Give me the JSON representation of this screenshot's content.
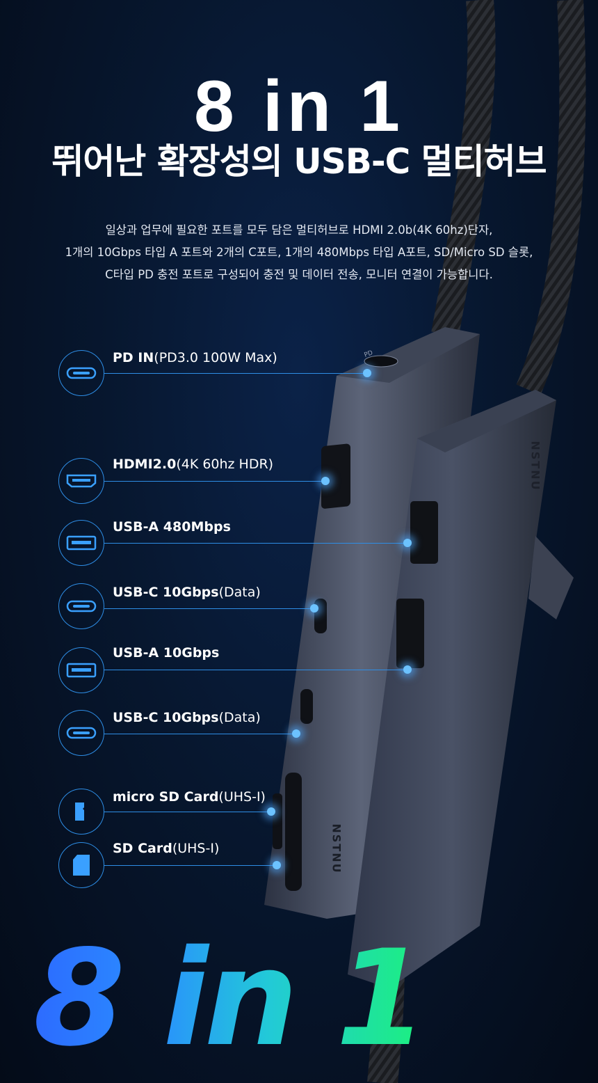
{
  "header": {
    "title": "8 in 1",
    "subtitle": "뛰어난 확장성의 USB-C 멀티허브",
    "description": [
      "일상과 업무에 필요한 포트를 모두 담은 멀티허브로 HDMI 2.0b(4K 60hz)단자,",
      "1개의 10Gbps 타입 A 포트와 2개의 C포트, 1개의 480Mbps 타입 A포트, SD/Micro SD 슬롯,",
      "C타입 PD 충전 포트로 구성되어 충전 및 데이터 전송, 모니터 연결이 가능합니다."
    ]
  },
  "device": {
    "pd_marking": "PD",
    "brand_marking": "NSTNU"
  },
  "ports": [
    {
      "bold": "PD IN",
      "light": "(PD3.0 100W Max)",
      "icon": "usb-c-port-icon"
    },
    {
      "bold": "HDMI2.0",
      "light": "(4K 60hz HDR)",
      "icon": "hdmi-port-icon"
    },
    {
      "bold": "USB-A 480Mbps",
      "light": "",
      "icon": "usb-a-port-icon"
    },
    {
      "bold": "USB-C 10Gbps",
      "light": "(Data)",
      "icon": "usb-c-port-icon"
    },
    {
      "bold": "USB-A 10Gbps",
      "light": "",
      "icon": "usb-a-port-icon"
    },
    {
      "bold": "USB-C 10Gbps",
      "light": "(Data)",
      "icon": "usb-c-port-icon"
    },
    {
      "bold": "micro SD Card",
      "light": "(UHS-I)",
      "icon": "micro-sd-card-icon"
    },
    {
      "bold": "SD Card",
      "light": "(UHS-I)",
      "icon": "sd-card-icon"
    }
  ],
  "footer": {
    "title": "8 in 1"
  },
  "colors": {
    "accent": "#2e8ee6",
    "glow": "#6cc2ff",
    "gradient_start": "#2d6bff",
    "gradient_end": "#1cf07e"
  }
}
